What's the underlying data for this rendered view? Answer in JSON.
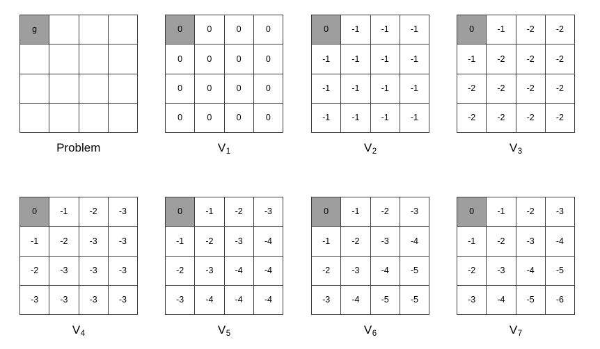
{
  "figure": {
    "title": "",
    "grid_rows": 4,
    "grid_cols": 4,
    "shaded_cell": "row0-col0",
    "colors": {
      "shaded_cell_fill": "#9e9e9e",
      "cell_fill": "#ffffff",
      "border": "#3c3c3c",
      "text": "#000000",
      "background": "#ffffff"
    }
  },
  "chart_data": {
    "type": "table",
    "title": "",
    "xlabel": "",
    "ylabel": "",
    "description": "Gridworld value iteration: a 4x4 grid with a goal cell 'g' at the top-left, followed by successive value function estimates V1 through V7.",
    "panels": [
      {
        "caption": "Problem",
        "caption_base": "Problem",
        "caption_sub": "",
        "values": [
          [
            "g",
            "",
            "",
            ""
          ],
          [
            "",
            "",
            "",
            ""
          ],
          [
            "",
            "",
            "",
            ""
          ],
          [
            "",
            "",
            "",
            ""
          ]
        ]
      },
      {
        "caption": "V1",
        "caption_base": "V",
        "caption_sub": "1",
        "values": [
          [
            "0",
            "0",
            "0",
            "0"
          ],
          [
            "0",
            "0",
            "0",
            "0"
          ],
          [
            "0",
            "0",
            "0",
            "0"
          ],
          [
            "0",
            "0",
            "0",
            "0"
          ]
        ]
      },
      {
        "caption": "V2",
        "caption_base": "V",
        "caption_sub": "2",
        "values": [
          [
            "0",
            "-1",
            "-1",
            "-1"
          ],
          [
            "-1",
            "-1",
            "-1",
            "-1"
          ],
          [
            "-1",
            "-1",
            "-1",
            "-1"
          ],
          [
            "-1",
            "-1",
            "-1",
            "-1"
          ]
        ]
      },
      {
        "caption": "V3",
        "caption_base": "V",
        "caption_sub": "3",
        "values": [
          [
            "0",
            "-1",
            "-2",
            "-2"
          ],
          [
            "-1",
            "-2",
            "-2",
            "-2"
          ],
          [
            "-2",
            "-2",
            "-2",
            "-2"
          ],
          [
            "-2",
            "-2",
            "-2",
            "-2"
          ]
        ]
      },
      {
        "caption": "V4",
        "caption_base": "V",
        "caption_sub": "4",
        "values": [
          [
            "0",
            "-1",
            "-2",
            "-3"
          ],
          [
            "-1",
            "-2",
            "-3",
            "-3"
          ],
          [
            "-2",
            "-3",
            "-3",
            "-3"
          ],
          [
            "-3",
            "-3",
            "-3",
            "-3"
          ]
        ]
      },
      {
        "caption": "V5",
        "caption_base": "V",
        "caption_sub": "5",
        "values": [
          [
            "0",
            "-1",
            "-2",
            "-3"
          ],
          [
            "-1",
            "-2",
            "-3",
            "-4"
          ],
          [
            "-2",
            "-3",
            "-4",
            "-4"
          ],
          [
            "-3",
            "-4",
            "-4",
            "-4"
          ]
        ]
      },
      {
        "caption": "V6",
        "caption_base": "V",
        "caption_sub": "6",
        "values": [
          [
            "0",
            "-1",
            "-2",
            "-3"
          ],
          [
            "-1",
            "-2",
            "-3",
            "-4"
          ],
          [
            "-2",
            "-3",
            "-4",
            "-5"
          ],
          [
            "-3",
            "-4",
            "-5",
            "-5"
          ]
        ]
      },
      {
        "caption": "V7",
        "caption_base": "V",
        "caption_sub": "7",
        "values": [
          [
            "0",
            "-1",
            "-2",
            "-3"
          ],
          [
            "-1",
            "-2",
            "-3",
            "-4"
          ],
          [
            "-2",
            "-3",
            "-4",
            "-5"
          ],
          [
            "-3",
            "-4",
            "-5",
            "-6"
          ]
        ]
      }
    ]
  }
}
